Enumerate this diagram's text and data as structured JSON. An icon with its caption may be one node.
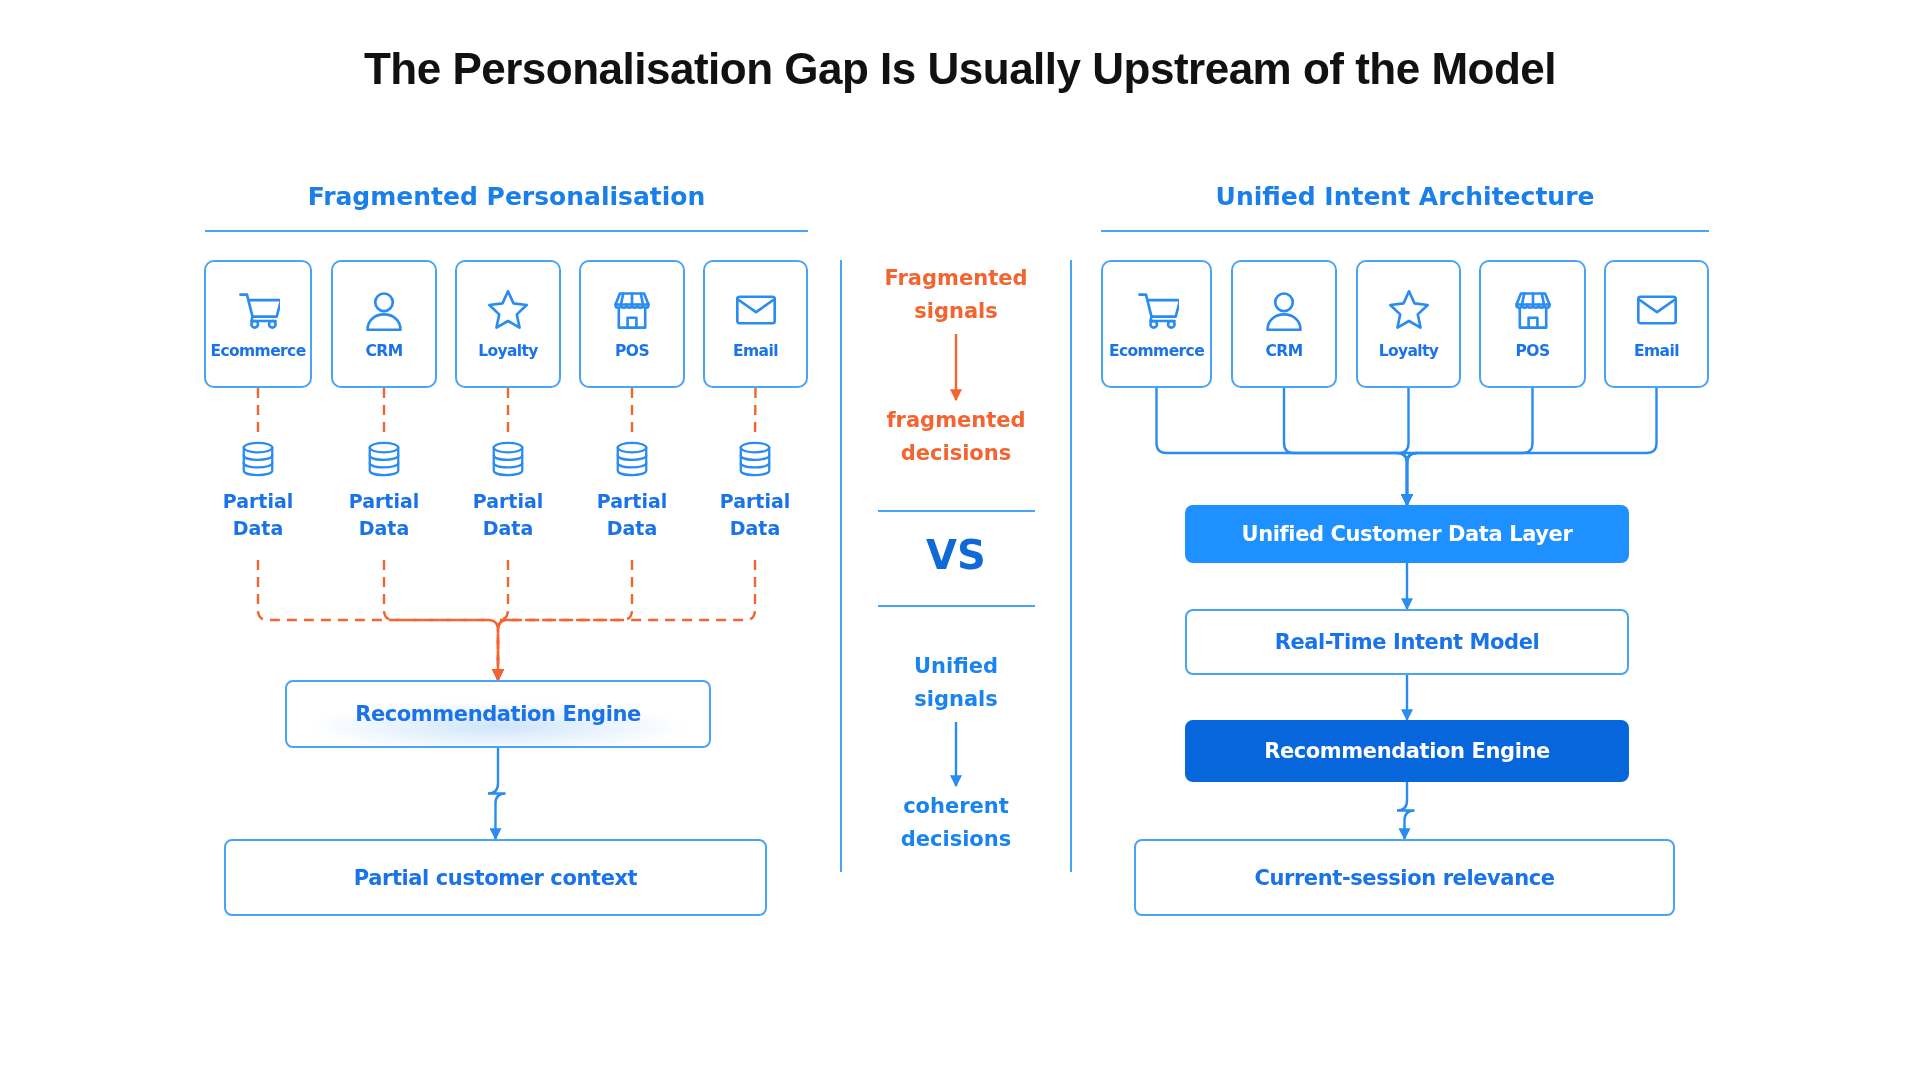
{
  "diagram": {
    "title": "The Personalisation Gap Is Usually Upstream of the Model",
    "nodes": [
      {
        "text": [
          "Ecommerce"
        ]
      },
      {
        "text": [
          "CRM"
        ]
      },
      {
        "text": [
          "Loyalty"
        ]
      },
      {
        "text": [
          "POS"
        ]
      },
      {
        "text": [
          "Email"
        ]
      },
      {
        "text": [
          "Partial Data"
        ]
      },
      {
        "text": [
          "Partial Data"
        ]
      },
      {
        "text": [
          "Partial Data"
        ]
      },
      {
        "text": [
          "Partial Data"
        ]
      },
      {
        "text": [
          "Partial Data"
        ]
      },
      {
        "text": [
          "Recommendation Engine"
        ]
      },
      {
        "text": [
          "Partial customer context"
        ]
      },
      {
        "text": [
          "Fragmented signals"
        ]
      },
      {
        "text": [
          "fragmented decisions"
        ]
      },
      {
        "text": [
          "Unified signals"
        ]
      },
      {
        "text": [
          "coherent decisions"
        ]
      },
      {
        "text": [
          "Ecommerce"
        ]
      },
      {
        "text": [
          "CRM"
        ]
      },
      {
        "text": [
          "Loyalty"
        ]
      },
      {
        "text": [
          "POS"
        ]
      },
      {
        "text": [
          "Email"
        ]
      },
      {
        "text": [
          "Unified Customer Data Layer"
        ]
      },
      {
        "text": [
          "Real-Time Intent Model"
        ]
      },
      {
        "text": [
          "Recommendation Engine"
        ]
      },
      {
        "text": [
          "Current-session relevance"
        ]
      }
    ],
    "edges": [
      {
        "from": 0,
        "to": 5,
        "arrow": "none",
        "style": "dashed"
      },
      {
        "from": 1,
        "to": 6,
        "arrow": "none",
        "style": "dashed"
      },
      {
        "from": 2,
        "to": 7,
        "arrow": "none",
        "style": "dashed"
      },
      {
        "from": 3,
        "to": 8,
        "arrow": "none",
        "style": "dashed"
      },
      {
        "from": 4,
        "to": 9,
        "arrow": "none",
        "style": "dashed"
      },
      {
        "from": 5,
        "to": 10,
        "arrow": "to",
        "style": "dashed"
      },
      {
        "from": 6,
        "to": 10,
        "arrow": "to",
        "style": "dashed"
      },
      {
        "from": 7,
        "to": 10,
        "arrow": "to",
        "style": "dashed"
      },
      {
        "from": 8,
        "to": 10,
        "arrow": "to",
        "style": "dashed"
      },
      {
        "from": 9,
        "to": 10,
        "arrow": "to",
        "style": "dashed"
      },
      {
        "from": 10,
        "to": 11,
        "arrow": "to",
        "color": "#2a8cf0"
      },
      {
        "from": 12,
        "to": 13,
        "arrow": "to"
      },
      {
        "from": 14,
        "to": 15,
        "arrow": "to",
        "color": "#2a8cf0"
      },
      {
        "from": 16,
        "to": 21,
        "arrow": "to",
        "color": "#2a8cf0"
      },
      {
        "from": 17,
        "to": 21,
        "arrow": "to",
        "color": "#2a8cf0"
      },
      {
        "from": 18,
        "to": 21,
        "arrow": "to",
        "color": "#2a8cf0"
      },
      {
        "from": 19,
        "to": 21,
        "arrow": "to",
        "color": "#2a8cf0"
      },
      {
        "from": 20,
        "to": 21,
        "arrow": "to",
        "color": "#2a8cf0"
      },
      {
        "from": 21,
        "to": 22,
        "arrow": "to",
        "color": "#2a8cf0"
      },
      {
        "from": 22,
        "to": 23,
        "arrow": "to",
        "color": "#2a8cf0"
      },
      {
        "from": 23,
        "to": 24,
        "arrow": "to",
        "color": "#2a8cf0"
      }
    ],
    "labels": [
      "Fragmented Personalisation",
      "Unified Intent Architecture",
      "VS"
    ]
  }
}
